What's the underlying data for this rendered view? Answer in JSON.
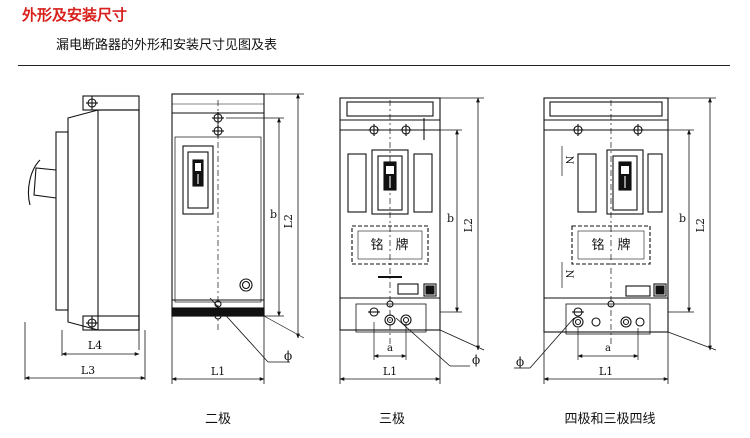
{
  "header": {
    "title": "外形及安装尺寸",
    "subtitle": "漏电断路器的外形和安装尺寸见图及表"
  },
  "dims": {
    "L4": "L4",
    "L3": "L3",
    "L1": "L1",
    "L2": "L2",
    "b": "b",
    "a": "a",
    "phi": "ϕ"
  },
  "nameplate": {
    "ming": "铭",
    "pai": "牌"
  },
  "markers": {
    "N": "N"
  },
  "captions": {
    "two_pole": "二极",
    "three_pole": "三极",
    "four_pole": "四极和三极四线"
  }
}
